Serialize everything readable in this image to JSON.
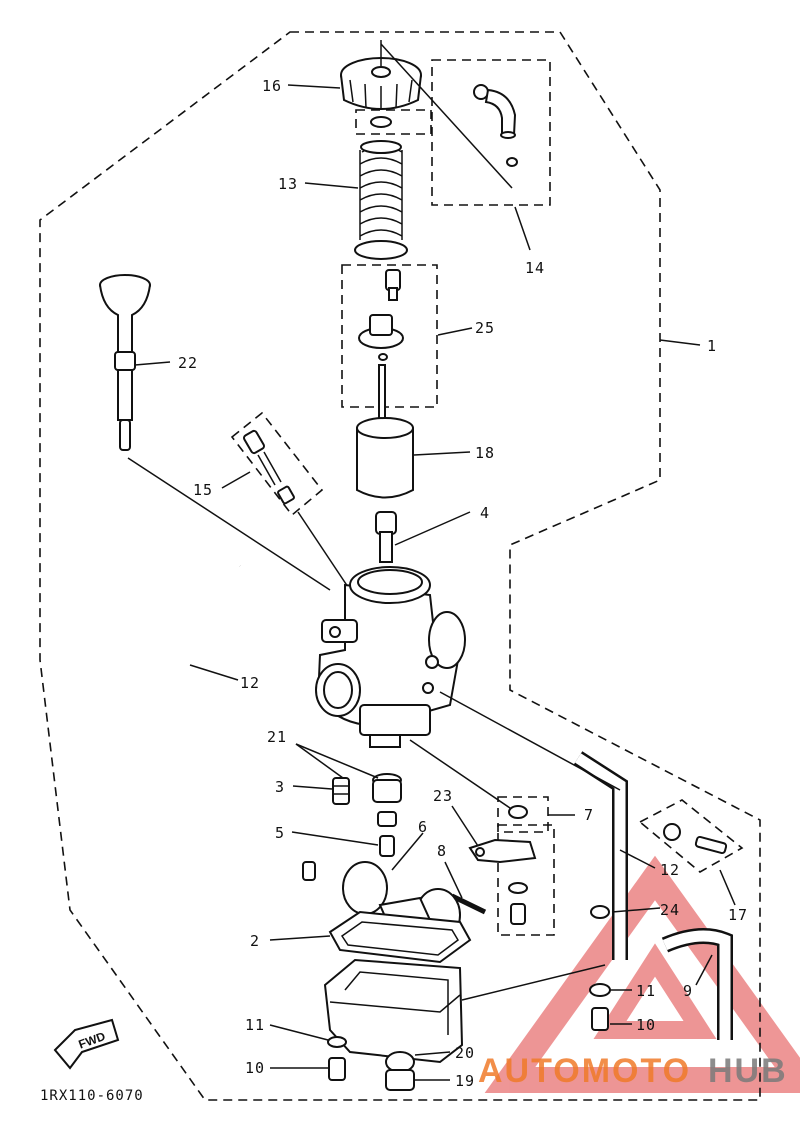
{
  "callouts": {
    "c1": "1",
    "c2": "2",
    "c3": "3",
    "c4": "4",
    "c5": "5",
    "c6": "6",
    "c7": "7",
    "c8": "8",
    "c9": "9",
    "c10a": "10",
    "c10b": "10",
    "c11a": "11",
    "c11b": "11",
    "c12a": "12",
    "c12b": "12",
    "c13": "13",
    "c14": "14",
    "c15": "15",
    "c16": "16",
    "c17": "17",
    "c18": "18",
    "c19": "19",
    "c20": "20",
    "c21": "21",
    "c22": "22",
    "c23": "23",
    "c24": "24",
    "c25": "25"
  },
  "diagram_code": "1RX110-6070",
  "direction_badge": "FWD",
  "watermark": {
    "part1": "AUTOMOTO",
    "part2": "HUB",
    "accent": "#e04040",
    "orange": "#f07b2a",
    "gray": "#7a7a7a"
  }
}
